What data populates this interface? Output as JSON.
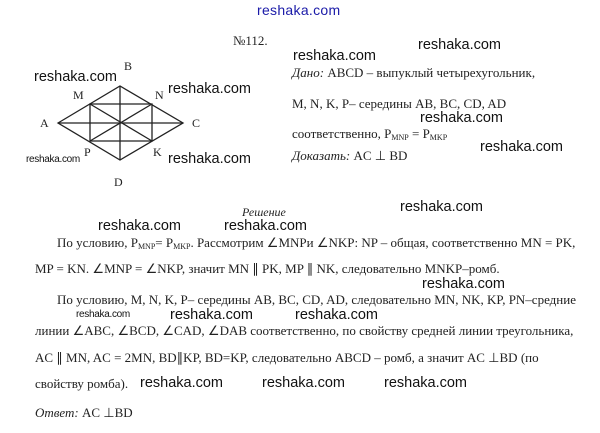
{
  "watermark": "reshaka.com",
  "problem_number": "№112.",
  "diagram": {
    "labels": {
      "A": "A",
      "B": "B",
      "C": "C",
      "D": "D",
      "M": "M",
      "N": "N",
      "K": "K",
      "P": "P"
    }
  },
  "given": {
    "label": "Дано:",
    "line1": " ABCD – выпуклый четырехугольник,",
    "line2": "M, N, K, P– середины AB, BC, CD, AD",
    "line3_a": "соответственно, P",
    "line3_sub1": "MNP",
    "line3_b": " = P",
    "line3_sub2": "MKP"
  },
  "prove": {
    "label": "Доказать:",
    "text": " AC ⊥ BD"
  },
  "solution": {
    "heading": "Решение",
    "l1_a": "По условию, P",
    "l1_sub1": "MNP",
    "l1_b": "= P",
    "l1_sub2": "MKP",
    "l1_c": ". Рассмотрим ∠MNPи ∠NKP: NP – общая, соответственно MN = PK,",
    "l2": "MP = KN. ∠MNP = ∠NKP, значит MN ∥ PK, MP ∥ NK, следовательно MNKP–ромб.",
    "l3": "По условию, M, N, K, P– середины AB, BC, CD, AD, следовательно MN, NK, KP, PN–средние",
    "l4": "линии ∠ABC, ∠BCD, ∠CAD, ∠DAB соответственно, по свойству средней линии треугольника,",
    "l5": "AC ∥ MN, AC = 2MN, BD∥KP, BD=KP, следовательно ABCD – ромб, а значит AC ⊥BD (по",
    "l6": "свойству ромба)."
  },
  "answer": {
    "label": "Ответ:",
    "text": " AC ⊥BD"
  }
}
